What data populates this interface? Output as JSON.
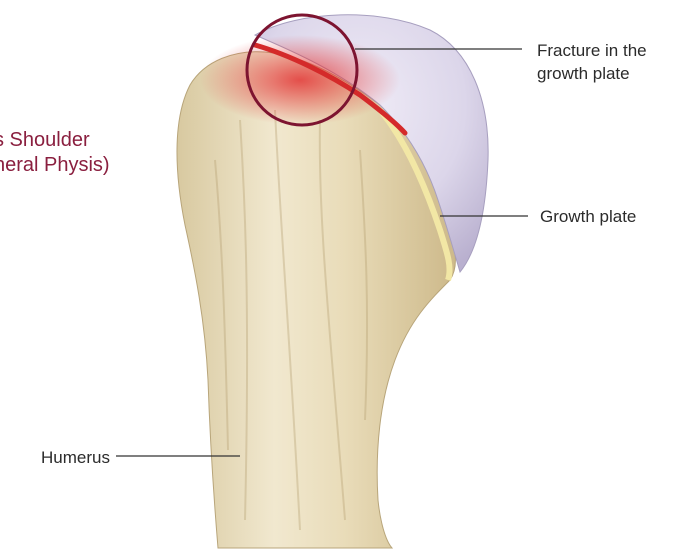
{
  "title": {
    "line1": "s Shoulder",
    "line2": "neral Physis)"
  },
  "labels": {
    "fracture_line1": "Fracture in the",
    "fracture_line2": "growth plate",
    "growth_plate": "Growth plate",
    "humerus": "Humerus"
  },
  "colors": {
    "title": "#8a1f3f",
    "highlight_circle": "#7d1430",
    "fracture": "#d42a2a",
    "bone": "#eadfbf",
    "cartilage_cap": "#d8d3e6",
    "leader_line": "#333333",
    "label_text": "#2b2b2b"
  }
}
